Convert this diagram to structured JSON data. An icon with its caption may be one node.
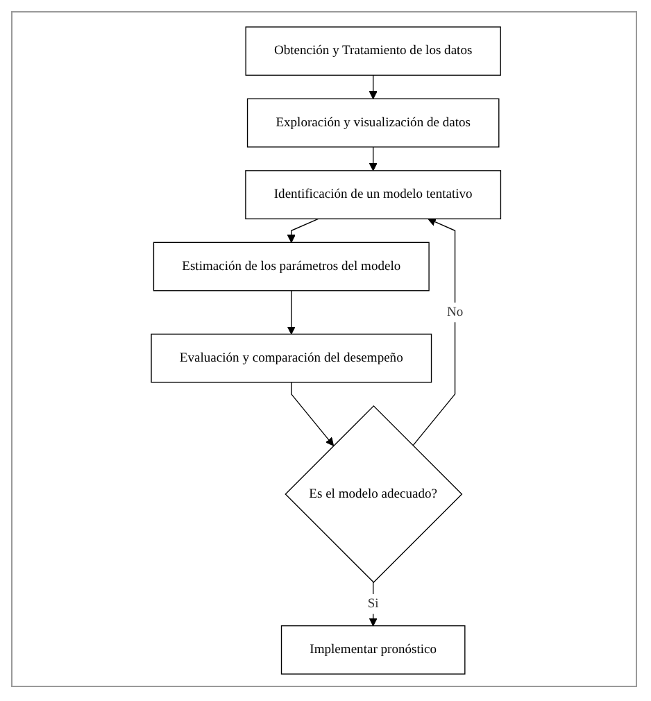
{
  "diagram": {
    "nodes": [
      {
        "text": [
          "Obtención y Tratamiento de los datos"
        ]
      },
      {
        "text": [
          "Exploración y visualización de datos"
        ]
      },
      {
        "text": [
          "Identificación de un modelo tentativo"
        ]
      },
      {
        "text": [
          "Estimación de los parámetros del modelo"
        ]
      },
      {
        "text": [
          "Evaluación y comparación del desempeño"
        ]
      },
      {
        "text": [
          "Es el modelo adecuado?"
        ]
      },
      {
        "text": [
          "Implementar pronóstico"
        ]
      }
    ],
    "edges": [
      {
        "from": 0,
        "to": 1,
        "arrow": "to"
      },
      {
        "from": 1,
        "to": 2,
        "arrow": "to"
      },
      {
        "from": 2,
        "to": 3,
        "arrow": "to"
      },
      {
        "from": 3,
        "to": 4,
        "arrow": "to"
      },
      {
        "from": 4,
        "to": 5,
        "arrow": "to"
      },
      {
        "from": 5,
        "to": 6,
        "label": "Si",
        "arrow": "to"
      },
      {
        "from": 5,
        "to": 2,
        "label": "No",
        "arrow": "to"
      }
    ]
  }
}
